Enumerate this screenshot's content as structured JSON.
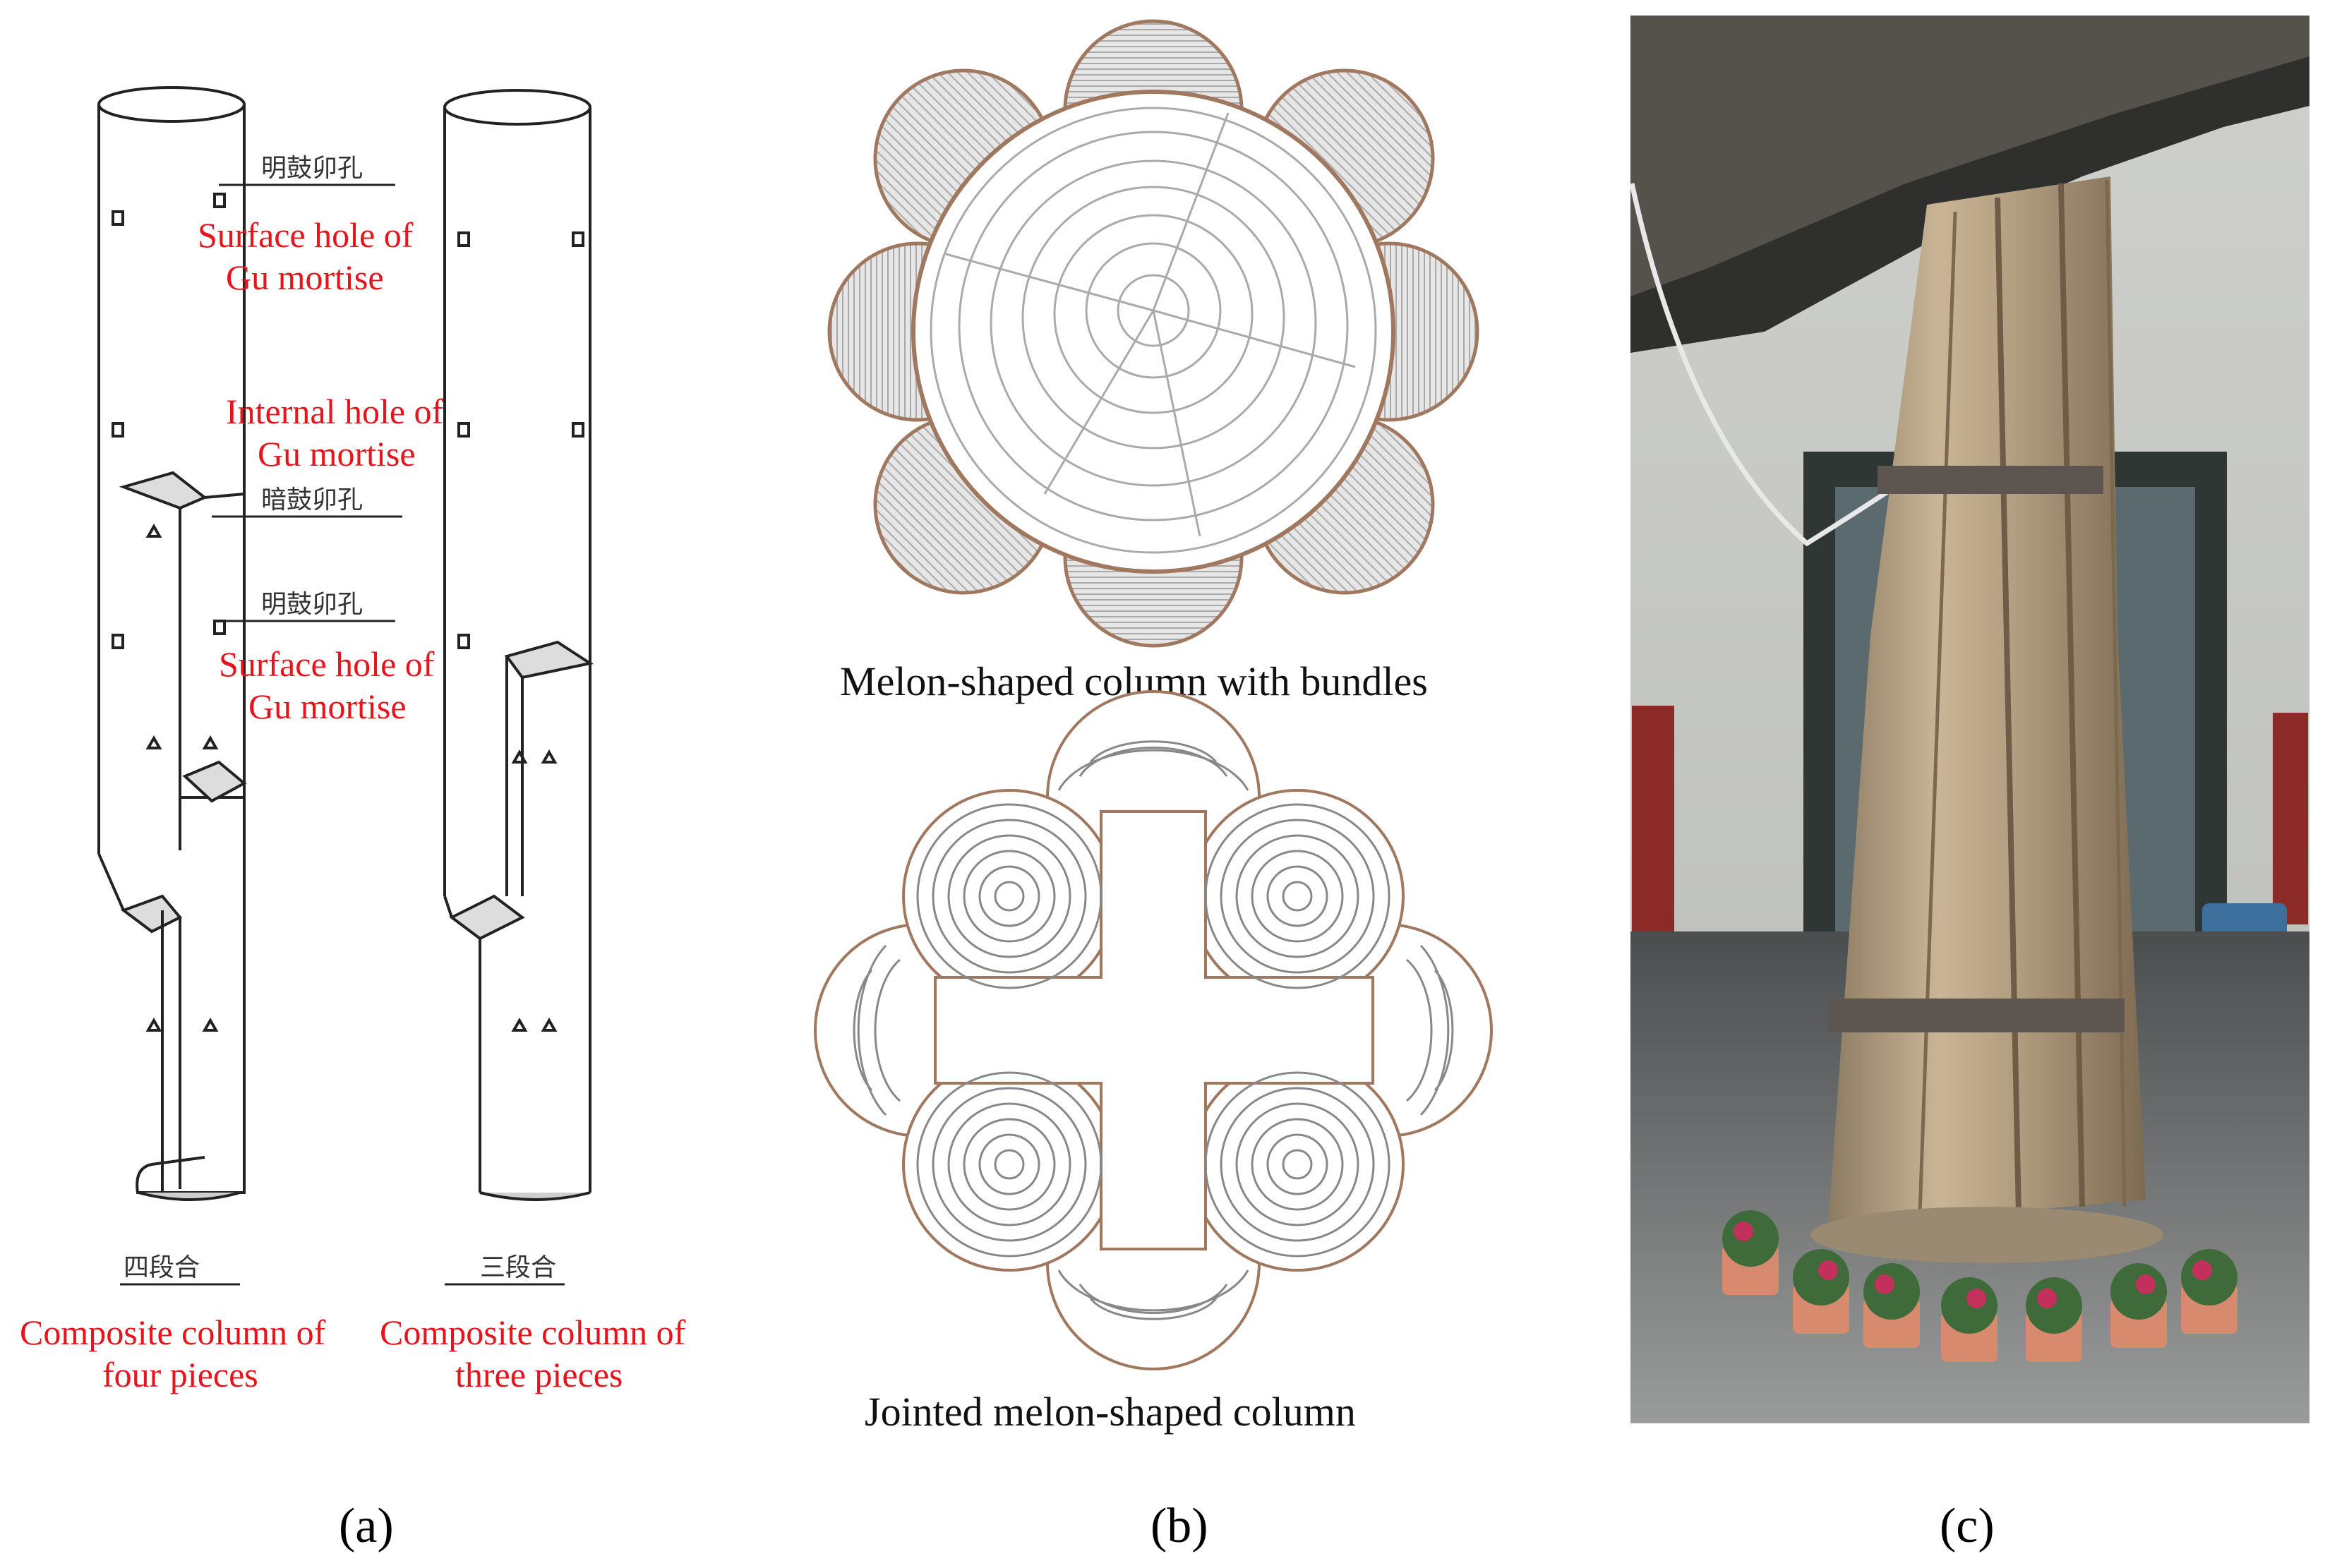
{
  "panel_a": {
    "left_column": {
      "cjk_caption": "四段合",
      "caption_line1": "Composite column of",
      "caption_line2": "four pieces"
    },
    "right_column": {
      "cjk_caption": "三段合",
      "caption_line1": "Composite column of",
      "caption_line2": "three pieces"
    },
    "labels": [
      {
        "cjk": "明鼓卯孔",
        "line1": "Surface hole of",
        "line2": "Gu mortise"
      },
      {
        "cjk": "",
        "line1": "Internal hole of",
        "line2": "Gu mortise"
      },
      {
        "cjk": "暗鼓卯孔",
        "line1": "",
        "line2": ""
      },
      {
        "cjk": "明鼓卯孔",
        "line1": "Surface hole of",
        "line2": "Gu mortise"
      }
    ],
    "label_color": "#e8141b"
  },
  "panel_b": {
    "top_caption": "Melon-shaped column with bundles",
    "bottom_caption": "Jointed melon-shaped column",
    "outline_color": "#a07860",
    "hatch_color": "#bdbdbd"
  },
  "panel_c": {
    "photo_description_icon": "bundled-wooden-column-photo"
  },
  "panel_labels": [
    "(a)",
    "(b)",
    "(c)"
  ]
}
